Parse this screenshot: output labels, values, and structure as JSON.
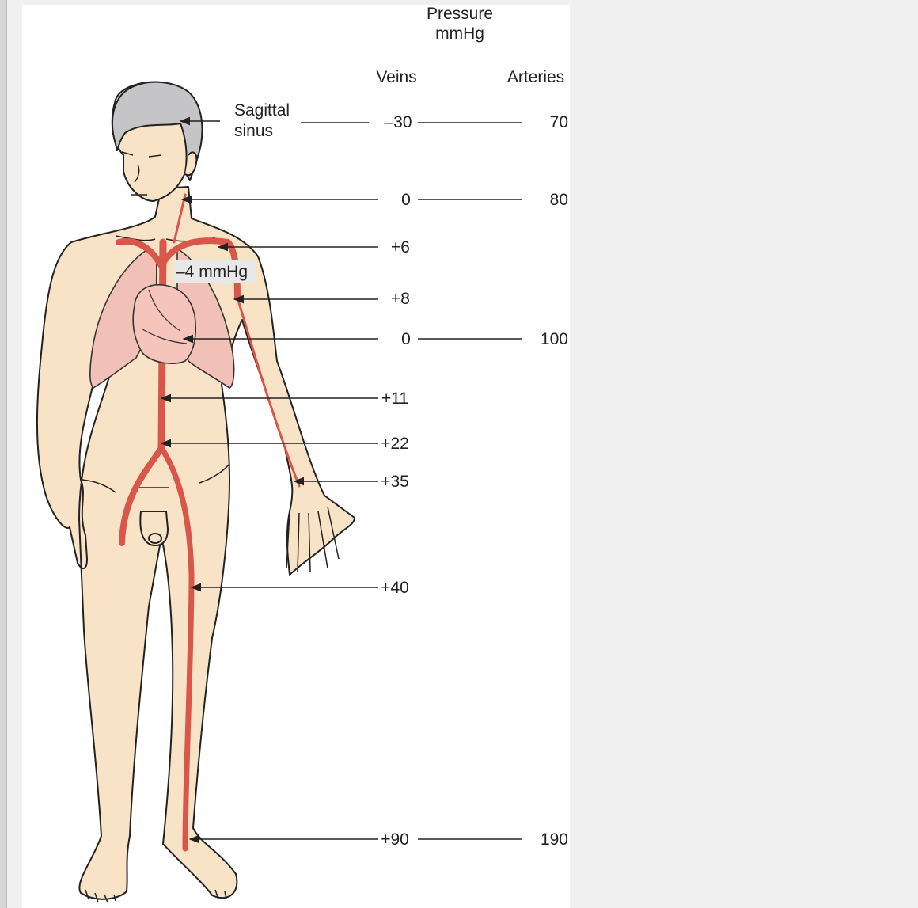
{
  "header": {
    "pressure_title_line1": "Pressure",
    "pressure_title_line2": "mmHg",
    "veins_col": "Veins",
    "arteries_col": "Arteries"
  },
  "sagittal_label": {
    "line1": "Sagittal",
    "line2": "sinus"
  },
  "thorax_label": "–4 mmHg",
  "rows": [
    {
      "id": "sagittal",
      "vein": "–30",
      "artery": "70"
    },
    {
      "id": "neck",
      "vein": "0",
      "artery": "80"
    },
    {
      "id": "subclavian",
      "vein": "+6",
      "artery": ""
    },
    {
      "id": "arm-upper",
      "vein": "+8",
      "artery": ""
    },
    {
      "id": "heart",
      "vein": "0",
      "artery": "100"
    },
    {
      "id": "abdomen",
      "vein": "+11",
      "artery": ""
    },
    {
      "id": "pelvis",
      "vein": "+22",
      "artery": ""
    },
    {
      "id": "wrist",
      "vein": "+35",
      "artery": ""
    },
    {
      "id": "knee",
      "vein": "+40",
      "artery": ""
    },
    {
      "id": "foot",
      "vein": "+90",
      "artery": "190"
    }
  ],
  "colors": {
    "skin": "#f9e3c6",
    "vessel": "#d9574a",
    "lung": "#f1c0b6",
    "heart": "#f5c4bb",
    "hair": "#c5c5c7",
    "line": "#222222",
    "label_box": "#e8e8e8"
  }
}
